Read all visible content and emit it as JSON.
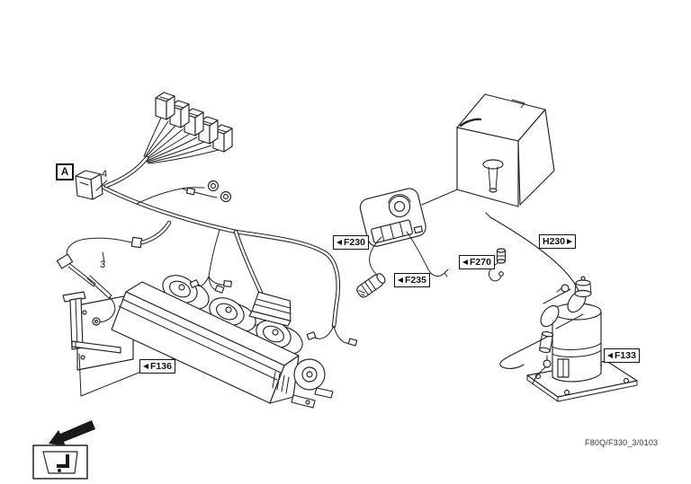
{
  "colors": {
    "background": "#ffffff",
    "line_art": "#222222",
    "label_border": "#111111",
    "label_text": "#111111"
  },
  "section_marker": {
    "label": "A"
  },
  "item_numbers": {
    "harness_connector": "4",
    "sensor_cable": "3"
  },
  "part_labels": {
    "f230": {
      "text": "F230",
      "pointer": "left"
    },
    "f235": {
      "text": "F235",
      "pointer": "left"
    },
    "f270": {
      "text": "F270",
      "pointer": "left"
    },
    "h230": {
      "text": "H230",
      "pointer": "right"
    },
    "f133": {
      "text": "F133",
      "pointer": "left"
    },
    "f136": {
      "text": "F136",
      "pointer": "left"
    }
  },
  "footer": {
    "drawing_code": "F80Q/F330_3/0103"
  },
  "icons": {
    "direction_arrow": "arrow-pointing-down-left",
    "cab_symbol": "operator-cab-seat-pictogram"
  }
}
